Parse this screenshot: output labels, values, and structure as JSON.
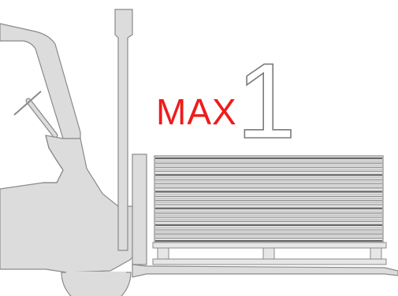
{
  "labels": {
    "max_text": "MAX",
    "limit_number": "1"
  },
  "colors": {
    "max_text": "#ee1c1c",
    "body_fill": "#dcdcdc",
    "outline": "#8a8a8a",
    "pallet_fill": "#e6e6e6",
    "load_dark_line": "#666666",
    "load_light_line": "#bdbdbd"
  },
  "load": {
    "board_band_count": 5,
    "lines_per_band": 6
  }
}
